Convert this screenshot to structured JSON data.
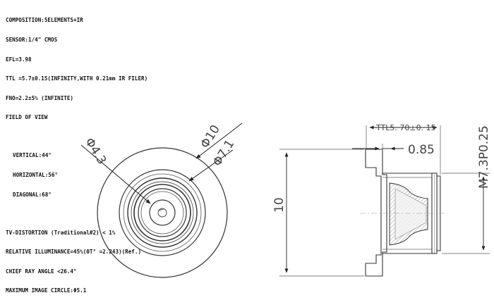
{
  "specs": {
    "composition": "COMPOSITION:5ELEMENTS+IR",
    "sensor": "SENSOR:1/4\" CMOS",
    "efl": "EFL=3.98",
    "ttl": "TTL =5.7±0.15(INFINITY,WITH 0.21mm IR FILER)",
    "fno": "FNO=2.2±5% (INFINITE)",
    "fov": "FIELD OF VIEW",
    "vertical": "VERTICAL:44°",
    "horizontal": "HORIZONTAL:56°",
    "diagonal": "DIAGONAL:68°",
    "tv_distortion": "TV-DISTORTION (Traditional#2) < 1%",
    "illuminance": "RELATIVE ILLUMINANCE=45%(ΘT° =2.243)(Ref.)",
    "chief_ray": "CHIEF RAY ANGLE <26.4°",
    "image_circle": "MAXIMUM IMAGE CIRCLE:Φ5.1"
  },
  "dimensions": {
    "outer_diameter": "Φ10",
    "mid_diameter": "Φ7.1",
    "inner_diameter": "Φ4.3",
    "ttl": "TTL5. 70±0. 15",
    "flange": "0.85",
    "thread": "M7.3P0.25",
    "height": "10"
  }
}
